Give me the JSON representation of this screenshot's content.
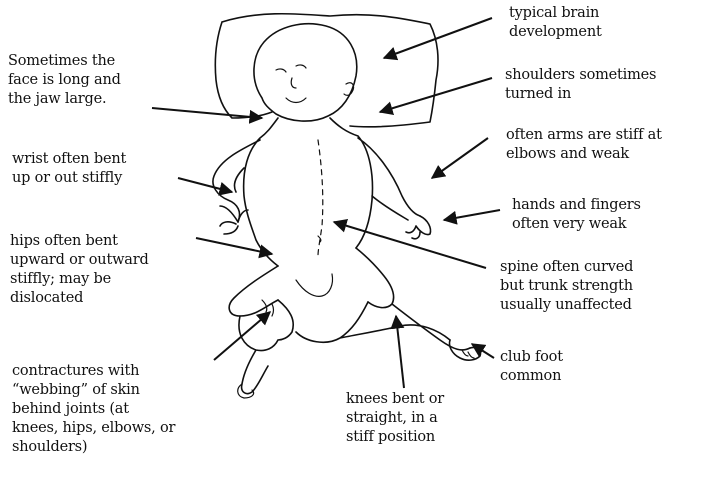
{
  "labels": {
    "brain": "typical brain\ndevelopment",
    "shoulders": "shoulders sometimes\nturned in",
    "arms": "often arms are stiff at\nelbows and weak",
    "hands": "hands and fingers\noften very weak",
    "spine": "spine often curved\nbut trunk strength\nusually unaffected",
    "clubfoot": "club foot\ncommon",
    "knees": "knees bent or\nstraight, in a\nstiff position",
    "contractures": "contractures with\n“webbing” of skin\nbehind joints (at\nknees, hips, elbows, or\nshoulders)",
    "hips": "hips often bent\nupward or outward\nstiffly; may be\ndislocated",
    "wrist": "wrist often bent\nup or out stiffly",
    "face": "Sometimes the\nface is long and\nthe jaw large."
  }
}
